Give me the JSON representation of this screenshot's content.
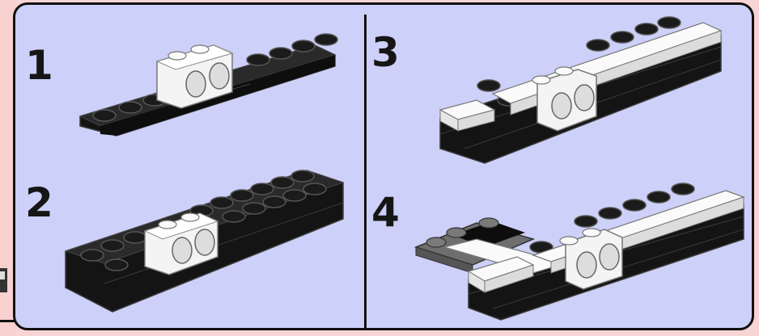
{
  "instruction_page": {
    "steps": [
      {
        "number": "1"
      },
      {
        "number": "2"
      },
      {
        "number": "3"
      },
      {
        "number": "4"
      }
    ]
  },
  "colors": {
    "background": "#f9d4d4",
    "panel_fill": "#cdd0f8",
    "panel_border": "#111111",
    "brick_black": "#141414",
    "brick_white": "#f4f4f4",
    "plate_gray": "#6e6e6e"
  },
  "icons": [
    "black-lego-brick",
    "white-technic-brick",
    "white-lego-plate",
    "gray-lego-plate"
  ]
}
